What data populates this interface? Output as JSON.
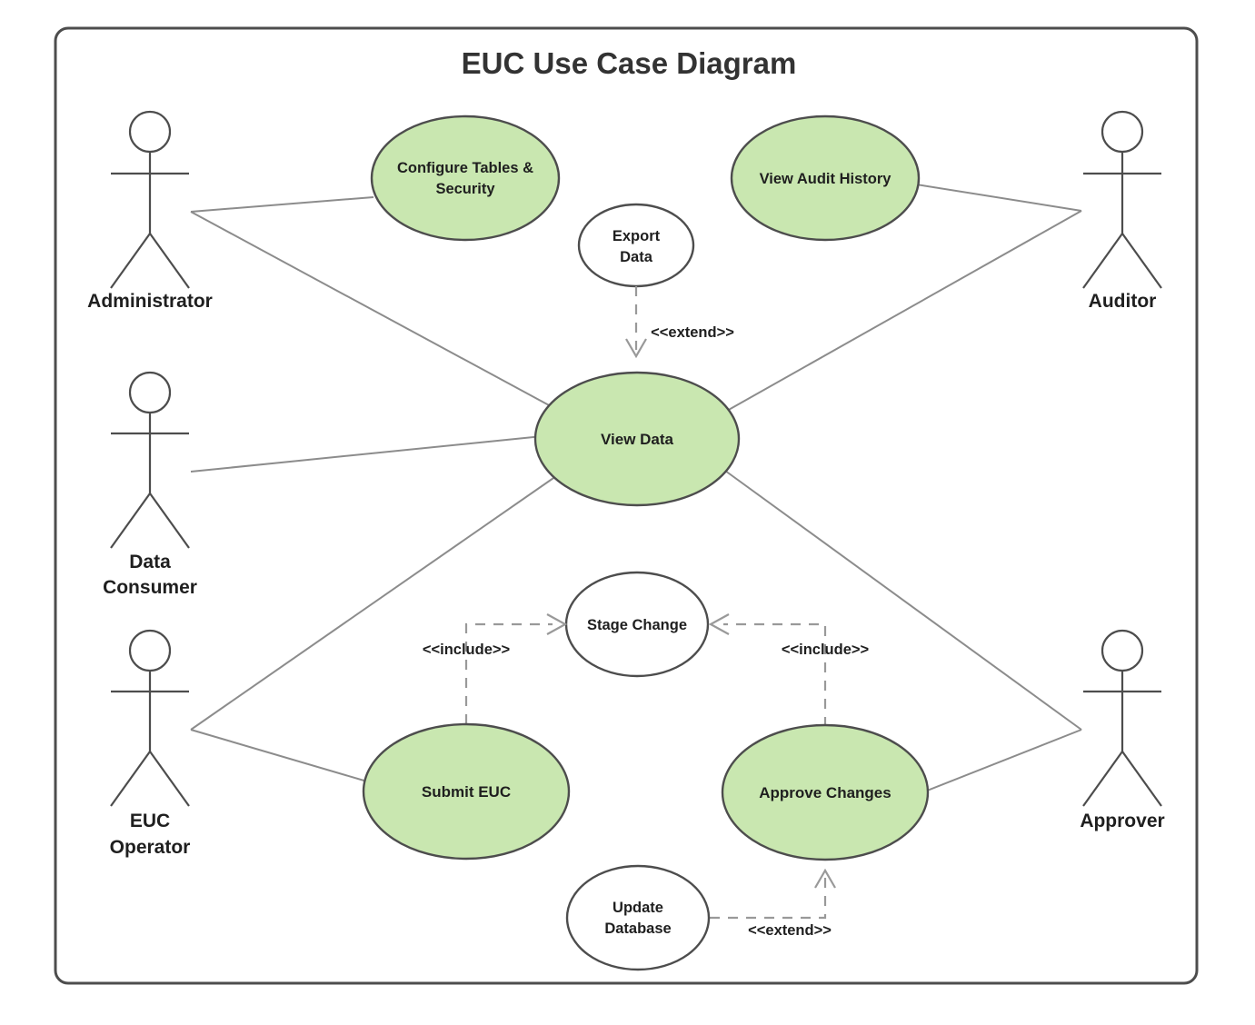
{
  "diagram": {
    "title": "EUC Use Case Diagram",
    "type": "uml-use-case-diagram",
    "colors": {
      "highlight_fill": "#c9e7b0",
      "plain_fill": "#ffffff",
      "shape_stroke": "#4d4d4d",
      "association_stroke": "#8c8c8c",
      "dependency_stroke": "#999999",
      "text": "#1f1f1f",
      "title_text": "#333333",
      "background": "#ffffff"
    }
  },
  "actors": [
    {
      "id": "administrator",
      "name": "Administrator",
      "lines": [
        "Administrator"
      ]
    },
    {
      "id": "data-consumer",
      "name": "Data Consumer",
      "lines": [
        "Data",
        "Consumer"
      ]
    },
    {
      "id": "euc-operator",
      "name": "EUC Operator",
      "lines": [
        "EUC",
        "Operator"
      ]
    },
    {
      "id": "auditor",
      "name": "Auditor",
      "lines": [
        "Auditor"
      ]
    },
    {
      "id": "approver",
      "name": "Approver",
      "lines": [
        "Approver"
      ]
    }
  ],
  "use_cases": [
    {
      "id": "configure-tables-security",
      "name": "Configure Tables & Security",
      "lines": [
        "Configure Tables &",
        "Security"
      ],
      "style": "highlight"
    },
    {
      "id": "view-audit-history",
      "name": "View Audit History",
      "lines": [
        "View Audit History"
      ],
      "style": "highlight"
    },
    {
      "id": "export-data",
      "name": "Export Data",
      "lines": [
        "Export",
        "Data"
      ],
      "style": "plain"
    },
    {
      "id": "view-data",
      "name": "View Data",
      "lines": [
        "View Data"
      ],
      "style": "highlight"
    },
    {
      "id": "stage-change",
      "name": "Stage Change",
      "lines": [
        "Stage Change"
      ],
      "style": "plain"
    },
    {
      "id": "submit-euc",
      "name": "Submit EUC",
      "lines": [
        "Submit EUC"
      ],
      "style": "highlight"
    },
    {
      "id": "approve-changes",
      "name": "Approve Changes",
      "lines": [
        "Approve Changes"
      ],
      "style": "highlight"
    },
    {
      "id": "update-database",
      "name": "Update Database",
      "lines": [
        "Update",
        "Database"
      ],
      "style": "plain"
    }
  ],
  "associations": [
    {
      "from": "administrator",
      "to": "configure-tables-security"
    },
    {
      "from": "administrator",
      "to": "view-data"
    },
    {
      "from": "data-consumer",
      "to": "view-data"
    },
    {
      "from": "auditor",
      "to": "view-audit-history"
    },
    {
      "from": "auditor",
      "to": "view-data"
    },
    {
      "from": "euc-operator",
      "to": "view-data"
    },
    {
      "from": "euc-operator",
      "to": "submit-euc"
    },
    {
      "from": "approver",
      "to": "view-data"
    },
    {
      "from": "approver",
      "to": "approve-changes"
    }
  ],
  "relationships": [
    {
      "id": "rel-export-extend",
      "from": "export-data",
      "to": "view-data",
      "stereotype": "<<extend>>"
    },
    {
      "id": "rel-submit-include",
      "from": "submit-euc",
      "to": "stage-change",
      "stereotype": "<<include>>"
    },
    {
      "id": "rel-approve-include",
      "from": "approve-changes",
      "to": "stage-change",
      "stereotype": "<<include>>"
    },
    {
      "id": "rel-update-extend",
      "from": "update-database",
      "to": "approve-changes",
      "stereotype": "<<extend>>"
    }
  ]
}
